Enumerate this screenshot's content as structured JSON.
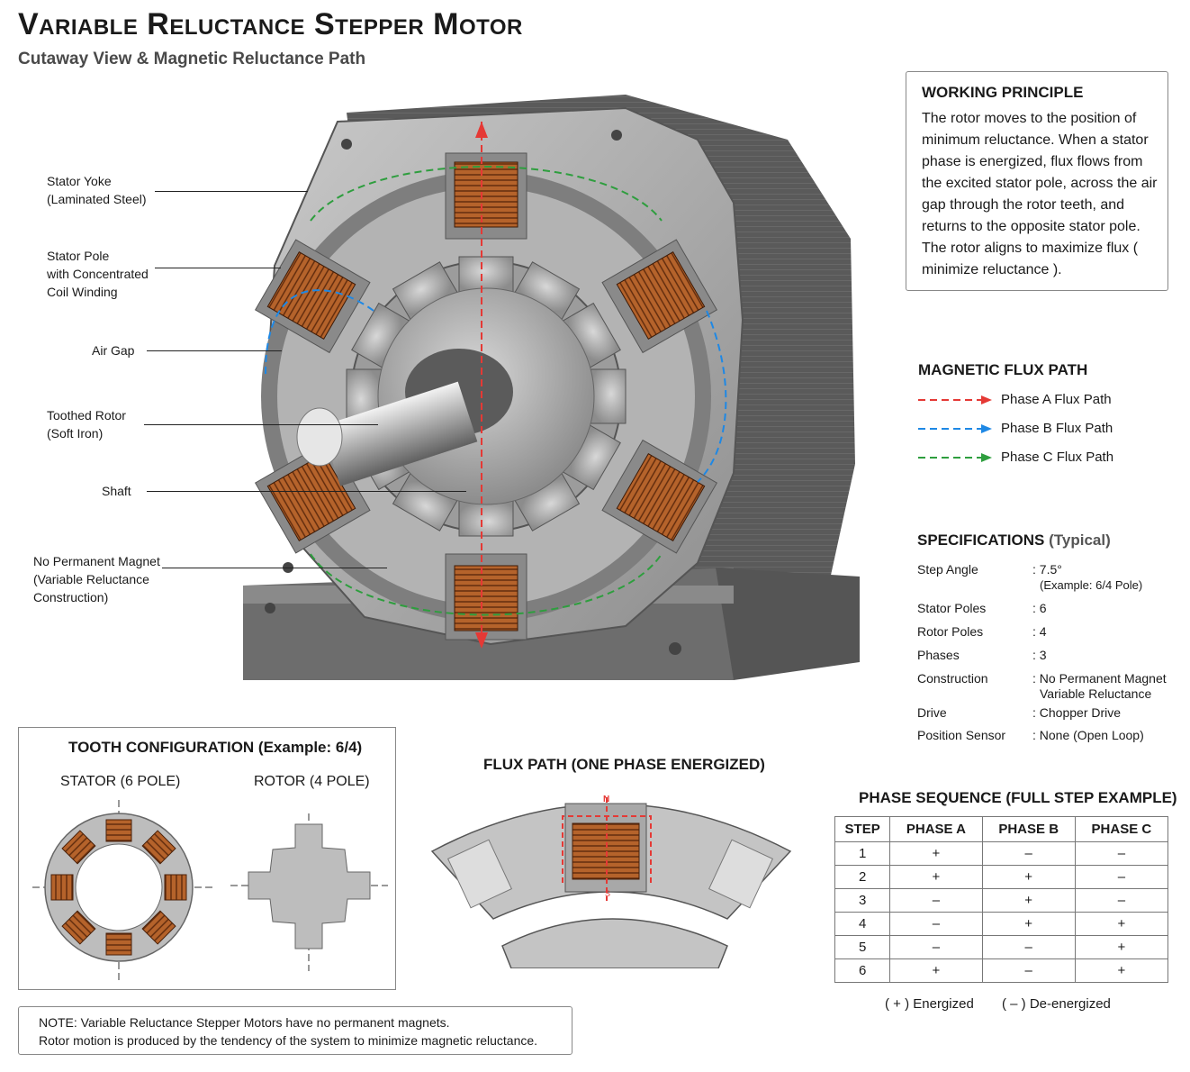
{
  "header": {
    "title": "Variable Reluctance Stepper Motor",
    "subtitle": "Cutaway View & Magnetic Reluctance Path"
  },
  "callouts": [
    {
      "line1": "Stator Yoke",
      "line2": "(Laminated Steel)",
      "line3": ""
    },
    {
      "line1": "Stator Pole",
      "line2": "with Concentrated",
      "line3": "Coil Winding"
    },
    {
      "line1": "Air Gap",
      "line2": "",
      "line3": ""
    },
    {
      "line1": "Toothed Rotor",
      "line2": "(Soft Iron)",
      "line3": ""
    },
    {
      "line1": "Shaft",
      "line2": "",
      "line3": ""
    },
    {
      "line1": "No Permanent Magnet",
      "line2": "(Variable Reluctance",
      "line3": "Construction)"
    }
  ],
  "principle": {
    "heading": "WORKING PRINCIPLE",
    "text": "The rotor moves to the position of minimum reluctance. When a stator phase is energized, flux flows from the excited stator pole, across the air gap through the rotor teeth, and returns to the opposite stator pole. The rotor aligns to maximize flux ( minimize reluctance )."
  },
  "flux_legend": {
    "heading": "MAGNETIC FLUX PATH",
    "items": [
      {
        "label": "Phase A Flux Path",
        "color": "#e53935"
      },
      {
        "label": "Phase B Flux Path",
        "color": "#1e88e5"
      },
      {
        "label": "Phase C Flux Path",
        "color": "#2e9e3e"
      }
    ]
  },
  "specs": {
    "heading": "SPECIFICATIONS",
    "heading_note": "(Typical)",
    "rows": [
      {
        "key": "Step Angle",
        "value": ": 7.5°",
        "value2": "(Example: 6/4 Pole)"
      },
      {
        "key": "Stator Poles",
        "value": ": 6",
        "value2": ""
      },
      {
        "key": "Rotor Poles",
        "value": ": 4",
        "value2": ""
      },
      {
        "key": "Phases",
        "value": ": 3",
        "value2": ""
      },
      {
        "key": "Construction",
        "value": ": No Permanent Magnet",
        "value2": "Variable Reluctance"
      },
      {
        "key": "Drive",
        "value": ": Chopper Drive",
        "value2": ""
      },
      {
        "key": "Position Sensor",
        "value": ": None (Open Loop)",
        "value2": ""
      }
    ]
  },
  "tooth_config": {
    "heading": "TOOTH CONFIGURATION (Example: 6/4)",
    "stator_label": "STATOR (6 POLE)",
    "rotor_label": "ROTOR (4 POLE)"
  },
  "flux_path": {
    "heading": "FLUX PATH (ONE PHASE ENERGIZED)",
    "north": "N",
    "south": "S"
  },
  "phase_sequence": {
    "heading": "PHASE SEQUENCE (FULL STEP EXAMPLE)",
    "columns": [
      "STEP",
      "PHASE A",
      "PHASE B",
      "PHASE C"
    ],
    "rows": [
      [
        "1",
        "+",
        "–",
        "–"
      ],
      [
        "2",
        "+",
        "+",
        "–"
      ],
      [
        "3",
        "–",
        "+",
        "–"
      ],
      [
        "4",
        "–",
        "+",
        "+"
      ],
      [
        "5",
        "–",
        "–",
        "+"
      ],
      [
        "6",
        "+",
        "–",
        "+"
      ]
    ],
    "legend_energized": "( + ) Energized",
    "legend_deenergized": "( – ) De-energized"
  },
  "note": {
    "line1": "NOTE: Variable Reluctance Stepper Motors have no permanent magnets.",
    "line2": "Rotor motion is produced by the tendency of the system to minimize magnetic reluctance."
  },
  "colors": {
    "copper": "#b8622a",
    "steel": "#9a9a9a",
    "dark_steel": "#6a6a6a"
  }
}
